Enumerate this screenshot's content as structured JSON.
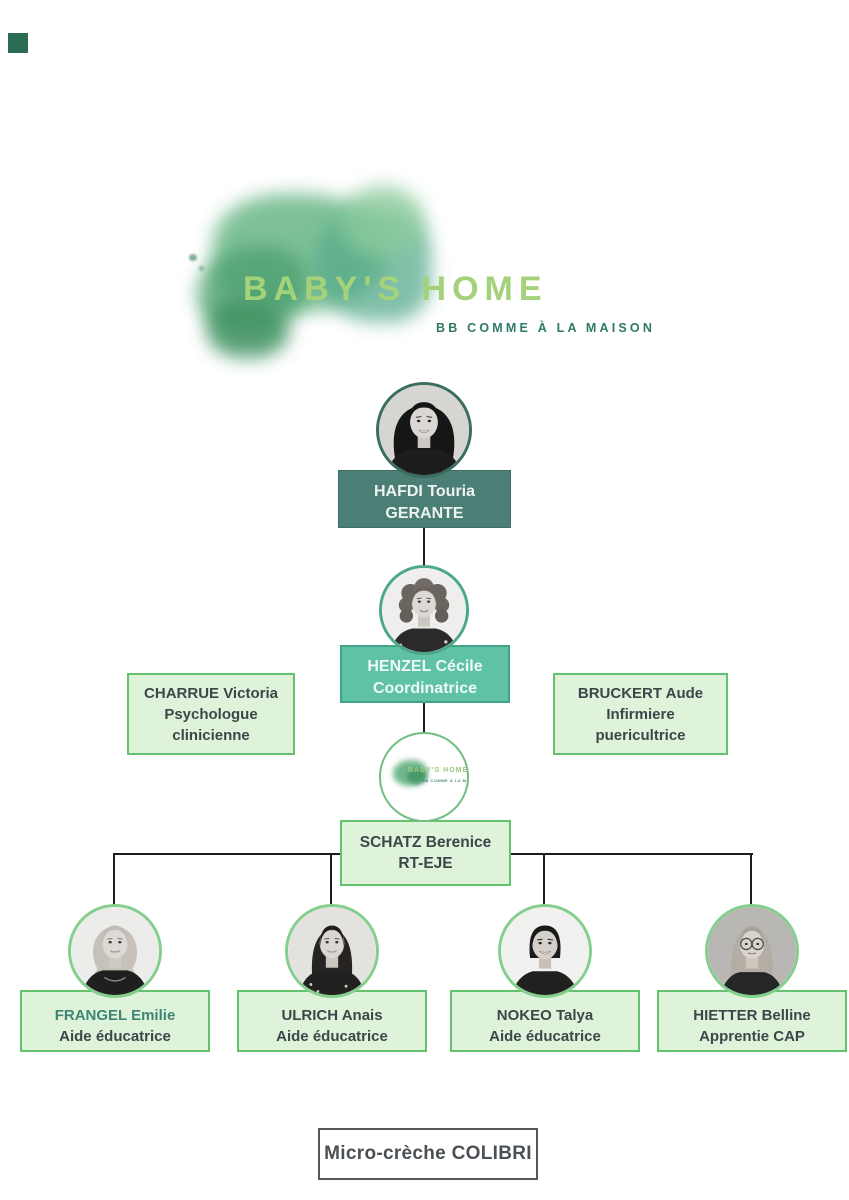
{
  "brand": {
    "wordmark": "BABY'S HOME",
    "tagline": "BB COMME À LA MAISON",
    "wordmark_color": "#a4d27b",
    "tagline_color": "#2d7a6a"
  },
  "org": {
    "gerante": {
      "name": "HAFDI Touria",
      "role": "GERANTE"
    },
    "coordinatrice": {
      "name": "HENZEL Cécile",
      "role": "Coordinatrice"
    },
    "specialists": [
      {
        "name": "CHARRUE Victoria",
        "role_line1": "Psychologue",
        "role_line2": "clinicienne"
      },
      {
        "name": "BRUCKERT Aude",
        "role_line1": "Infirmiere",
        "role_line2": "puericultrice"
      }
    ],
    "referente": {
      "name": "SCHATZ Berenice",
      "role": "RT-EJE"
    },
    "team": [
      {
        "name": "FRANGEL Emilie",
        "role": "Aide éducatrice",
        "name_color": "#3e8577"
      },
      {
        "name": "ULRICH Anais",
        "role": "Aide éducatrice",
        "name_color": "#3f464a"
      },
      {
        "name": "NOKEO Talya",
        "role": "Aide éducatrice",
        "name_color": "#3f464a"
      },
      {
        "name": "HIETTER Belline",
        "role": "Apprentie CAP",
        "name_color": "#3f464a"
      }
    ]
  },
  "footer": {
    "title": "Micro-crèche COLIBRI"
  },
  "colors": {
    "gerante_box": "#4b7f75",
    "coordinatrice_box": "#5fc1a6",
    "light_box_bg": "#def3da",
    "light_box_border": "#62c26d",
    "connector": "#1f1f1f",
    "corner_accent": "#2b6b51",
    "text_dark": "#3f464a",
    "name_accent": "#3e8577"
  }
}
